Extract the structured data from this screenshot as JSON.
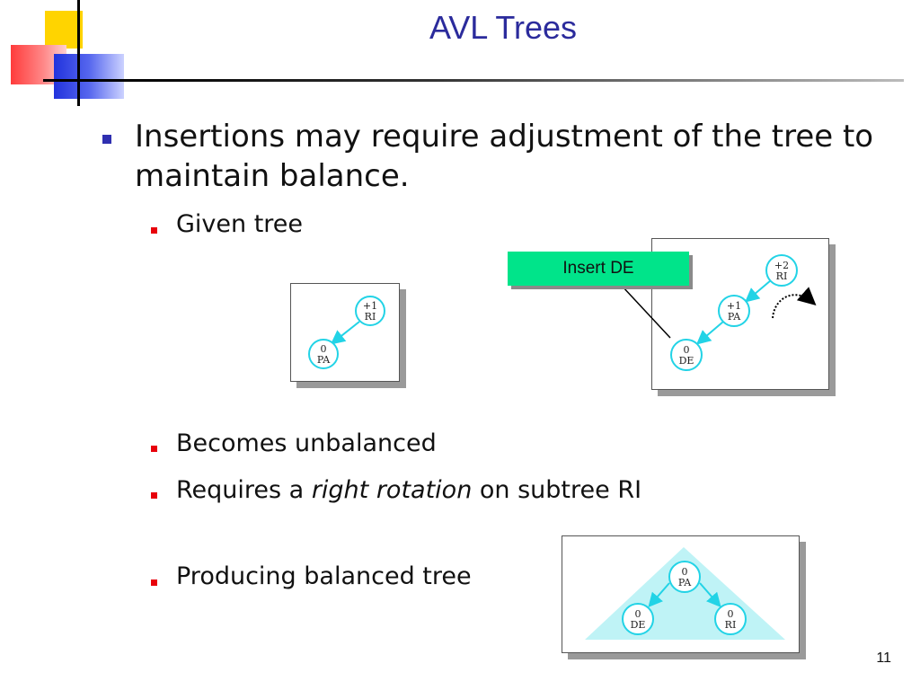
{
  "slide": {
    "title": "AVL Trees",
    "main_bullet": "Insertions may require adjustment of the tree to maintain balance.",
    "sub_bullets": {
      "given": "Given tree",
      "unbalanced": "Becomes unbalanced",
      "requires_prefix": "Requires a ",
      "requires_em": "right rotation",
      "requires_suffix": " on subtree RI",
      "producing": "Producing balanced tree"
    },
    "page_number": "11"
  },
  "figures": {
    "given_tree": {
      "nodes": [
        {
          "balance": "+1",
          "key": "RI"
        },
        {
          "balance": "0",
          "key": "PA"
        }
      ]
    },
    "unbalanced_tree": {
      "callout": "Insert DE",
      "nodes": [
        {
          "balance": "+2",
          "key": "RI"
        },
        {
          "balance": "+1",
          "key": "PA"
        },
        {
          "balance": "0",
          "key": "DE"
        }
      ]
    },
    "balanced_tree": {
      "nodes": [
        {
          "balance": "0",
          "key": "PA"
        },
        {
          "balance": "0",
          "key": "DE"
        },
        {
          "balance": "0",
          "key": "RI"
        }
      ]
    }
  },
  "colors": {
    "title": "#2b2b9c",
    "node_outline": "#22d3e6",
    "callout_fill": "#00e48a",
    "subtree_fill": "#bff3f6"
  }
}
